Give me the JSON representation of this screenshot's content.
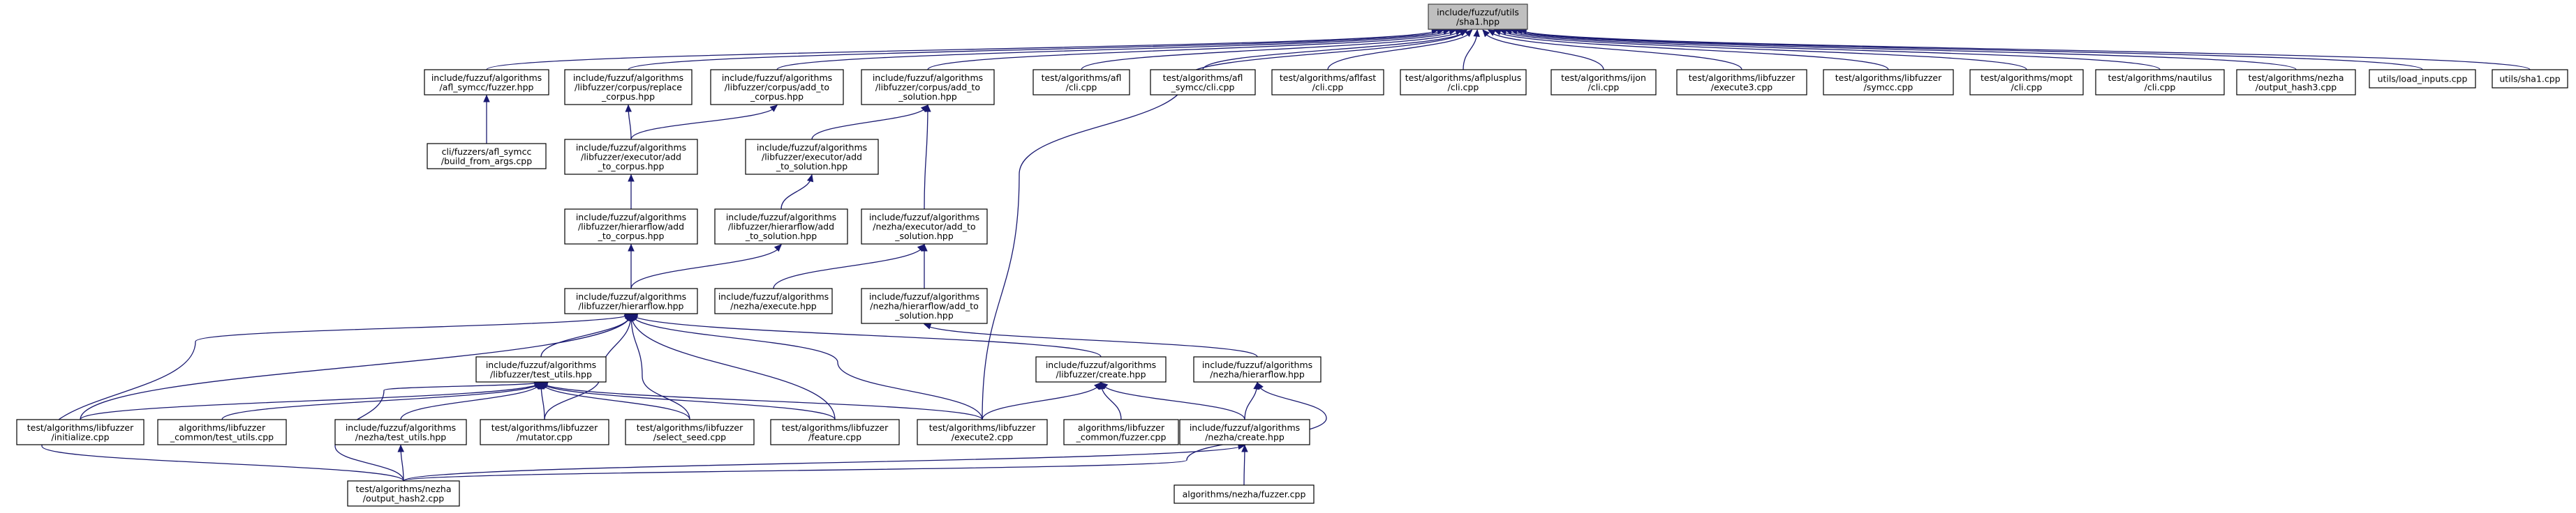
{
  "diagram": {
    "nodes": [
      {
        "id": "sha1",
        "lines": [
          "include/fuzzuf/utils",
          "/sha1.hpp"
        ],
        "root": true
      },
      {
        "id": "afl_symcc_fuzzer",
        "lines": [
          "include/fuzzuf/algorithms",
          "/afl_symcc/fuzzer.hpp"
        ]
      },
      {
        "id": "lf_corpus_replace",
        "lines": [
          "include/fuzzuf/algorithms",
          "/libfuzzer/corpus/replace",
          "_corpus.hpp"
        ]
      },
      {
        "id": "lf_corpus_add_to_corpus",
        "lines": [
          "include/fuzzuf/algorithms",
          "/libfuzzer/corpus/add_to",
          "_corpus.hpp"
        ]
      },
      {
        "id": "lf_corpus_add_to_solution",
        "lines": [
          "include/fuzzuf/algorithms",
          "/libfuzzer/corpus/add_to",
          "_solution.hpp"
        ]
      },
      {
        "id": "t_afl_cli",
        "lines": [
          "test/algorithms/afl",
          "/cli.cpp"
        ]
      },
      {
        "id": "t_afl_symcc_cli",
        "lines": [
          "test/algorithms/afl",
          "_symcc/cli.cpp"
        ]
      },
      {
        "id": "t_aflfast_cli",
        "lines": [
          "test/algorithms/aflfast",
          "/cli.cpp"
        ]
      },
      {
        "id": "t_aflplusplus_cli",
        "lines": [
          "test/algorithms/aflplusplus",
          "/cli.cpp"
        ]
      },
      {
        "id": "t_ijon_cli",
        "lines": [
          "test/algorithms/ijon",
          "/cli.cpp"
        ]
      },
      {
        "id": "t_lf_execute3",
        "lines": [
          "test/algorithms/libfuzzer",
          "/execute3.cpp"
        ]
      },
      {
        "id": "t_lf_symcc",
        "lines": [
          "test/algorithms/libfuzzer",
          "/symcc.cpp"
        ]
      },
      {
        "id": "t_mopt_cli",
        "lines": [
          "test/algorithms/mopt",
          "/cli.cpp"
        ]
      },
      {
        "id": "t_nautilus_cli",
        "lines": [
          "test/algorithms/nautilus",
          "/cli.cpp"
        ]
      },
      {
        "id": "t_nezha_output_hash3",
        "lines": [
          "test/algorithms/nezha",
          "/output_hash3.cpp"
        ]
      },
      {
        "id": "utils_load_inputs",
        "lines": [
          "utils/load_inputs.cpp"
        ]
      },
      {
        "id": "utils_sha1",
        "lines": [
          "utils/sha1.cpp"
        ]
      },
      {
        "id": "cli_afl_symcc_build",
        "lines": [
          "cli/fuzzers/afl_symcc",
          "/build_from_args.cpp"
        ]
      },
      {
        "id": "lf_exec_add_to_corpus",
        "lines": [
          "include/fuzzuf/algorithms",
          "/libfuzzer/executor/add",
          "_to_corpus.hpp"
        ]
      },
      {
        "id": "lf_exec_add_to_solution",
        "lines": [
          "include/fuzzuf/algorithms",
          "/libfuzzer/executor/add",
          "_to_solution.hpp"
        ]
      },
      {
        "id": "lf_hier_add_to_corpus",
        "lines": [
          "include/fuzzuf/algorithms",
          "/libfuzzer/hierarflow/add",
          "_to_corpus.hpp"
        ]
      },
      {
        "id": "lf_hier_add_to_solution",
        "lines": [
          "include/fuzzuf/algorithms",
          "/libfuzzer/hierarflow/add",
          "_to_solution.hpp"
        ]
      },
      {
        "id": "nz_exec_add_to_solution",
        "lines": [
          "include/fuzzuf/algorithms",
          "/nezha/executor/add_to",
          "_solution.hpp"
        ]
      },
      {
        "id": "lf_hierarflow",
        "lines": [
          "include/fuzzuf/algorithms",
          "/libfuzzer/hierarflow.hpp"
        ]
      },
      {
        "id": "nz_execute",
        "lines": [
          "include/fuzzuf/algorithms",
          "/nezha/execute.hpp"
        ]
      },
      {
        "id": "nz_hier_add_to_solution",
        "lines": [
          "include/fuzzuf/algorithms",
          "/nezha/hierarflow/add_to",
          "_solution.hpp"
        ]
      },
      {
        "id": "lf_test_utils",
        "lines": [
          "include/fuzzuf/algorithms",
          "/libfuzzer/test_utils.hpp"
        ]
      },
      {
        "id": "lf_create",
        "lines": [
          "include/fuzzuf/algorithms",
          "/libfuzzer/create.hpp"
        ]
      },
      {
        "id": "nz_hierarflow",
        "lines": [
          "include/fuzzuf/algorithms",
          "/nezha/hierarflow.hpp"
        ]
      },
      {
        "id": "t_lf_initialize",
        "lines": [
          "test/algorithms/libfuzzer",
          "/initialize.cpp"
        ]
      },
      {
        "id": "a_lf_common_test_utils",
        "lines": [
          "algorithms/libfuzzer",
          "_common/test_utils.cpp"
        ]
      },
      {
        "id": "nz_test_utils",
        "lines": [
          "include/fuzzuf/algorithms",
          "/nezha/test_utils.hpp"
        ]
      },
      {
        "id": "t_lf_mutator",
        "lines": [
          "test/algorithms/libfuzzer",
          "/mutator.cpp"
        ]
      },
      {
        "id": "t_lf_select_seed",
        "lines": [
          "test/algorithms/libfuzzer",
          "/select_seed.cpp"
        ]
      },
      {
        "id": "t_lf_feature",
        "lines": [
          "test/algorithms/libfuzzer",
          "/feature.cpp"
        ]
      },
      {
        "id": "t_lf_execute2",
        "lines": [
          "test/algorithms/libfuzzer",
          "/execute2.cpp"
        ]
      },
      {
        "id": "a_lf_common_fuzzer",
        "lines": [
          "algorithms/libfuzzer",
          "_common/fuzzer.cpp"
        ]
      },
      {
        "id": "nz_create",
        "lines": [
          "include/fuzzuf/algorithms",
          "/nezha/create.hpp"
        ]
      },
      {
        "id": "t_nz_output_hash2",
        "lines": [
          "test/algorithms/nezha",
          "/output_hash2.cpp"
        ]
      },
      {
        "id": "a_nz_fuzzer",
        "lines": [
          "algorithms/nezha/fuzzer.cpp"
        ]
      }
    ],
    "edges": [
      [
        "afl_symcc_fuzzer",
        "sha1"
      ],
      [
        "lf_corpus_replace",
        "sha1"
      ],
      [
        "lf_corpus_add_to_corpus",
        "sha1"
      ],
      [
        "lf_corpus_add_to_solution",
        "sha1"
      ],
      [
        "t_afl_cli",
        "sha1"
      ],
      [
        "t_afl_symcc_cli",
        "sha1"
      ],
      [
        "t_aflfast_cli",
        "sha1"
      ],
      [
        "t_aflplusplus_cli",
        "sha1"
      ],
      [
        "t_ijon_cli",
        "sha1"
      ],
      [
        "t_lf_execute3",
        "sha1"
      ],
      [
        "t_lf_symcc",
        "sha1"
      ],
      [
        "t_mopt_cli",
        "sha1"
      ],
      [
        "t_nautilus_cli",
        "sha1"
      ],
      [
        "t_nezha_output_hash3",
        "sha1"
      ],
      [
        "utils_load_inputs",
        "sha1"
      ],
      [
        "utils_sha1",
        "sha1"
      ],
      [
        "t_lf_execute2",
        "sha1"
      ],
      [
        "cli_afl_symcc_build",
        "afl_symcc_fuzzer"
      ],
      [
        "lf_exec_add_to_corpus",
        "lf_corpus_replace"
      ],
      [
        "lf_exec_add_to_corpus",
        "lf_corpus_add_to_corpus"
      ],
      [
        "lf_exec_add_to_solution",
        "lf_corpus_add_to_solution"
      ],
      [
        "nz_exec_add_to_solution",
        "lf_corpus_add_to_solution"
      ],
      [
        "lf_hier_add_to_corpus",
        "lf_exec_add_to_corpus"
      ],
      [
        "lf_hier_add_to_solution",
        "lf_exec_add_to_solution"
      ],
      [
        "nz_execute",
        "nz_exec_add_to_solution"
      ],
      [
        "nz_hier_add_to_solution",
        "nz_exec_add_to_solution"
      ],
      [
        "lf_hierarflow",
        "lf_hier_add_to_corpus"
      ],
      [
        "lf_hierarflow",
        "lf_hier_add_to_solution"
      ],
      [
        "lf_test_utils",
        "lf_hierarflow"
      ],
      [
        "lf_create",
        "lf_hierarflow"
      ],
      [
        "nz_hierarflow",
        "nz_hier_add_to_solution"
      ],
      [
        "t_lf_initialize",
        "lf_hierarflow"
      ],
      [
        "t_lf_mutator",
        "lf_hierarflow"
      ],
      [
        "t_lf_select_seed",
        "lf_hierarflow"
      ],
      [
        "t_lf_feature",
        "lf_hierarflow"
      ],
      [
        "t_lf_execute2",
        "lf_hierarflow"
      ],
      [
        "t_nz_output_hash2",
        "lf_hierarflow"
      ],
      [
        "t_lf_initialize",
        "lf_test_utils"
      ],
      [
        "a_lf_common_test_utils",
        "lf_test_utils"
      ],
      [
        "nz_test_utils",
        "lf_test_utils"
      ],
      [
        "t_lf_mutator",
        "lf_test_utils"
      ],
      [
        "t_lf_select_seed",
        "lf_test_utils"
      ],
      [
        "t_lf_feature",
        "lf_test_utils"
      ],
      [
        "t_lf_execute2",
        "lf_test_utils"
      ],
      [
        "t_nz_output_hash2",
        "lf_test_utils"
      ],
      [
        "t_lf_execute2",
        "lf_create"
      ],
      [
        "a_lf_common_fuzzer",
        "lf_create"
      ],
      [
        "nz_create",
        "lf_create"
      ],
      [
        "nz_create",
        "nz_hierarflow"
      ],
      [
        "t_nz_output_hash2",
        "nz_hierarflow"
      ],
      [
        "t_nz_output_hash2",
        "nz_test_utils"
      ],
      [
        "t_nz_output_hash2",
        "nz_create"
      ],
      [
        "a_nz_fuzzer",
        "nz_create"
      ]
    ]
  }
}
